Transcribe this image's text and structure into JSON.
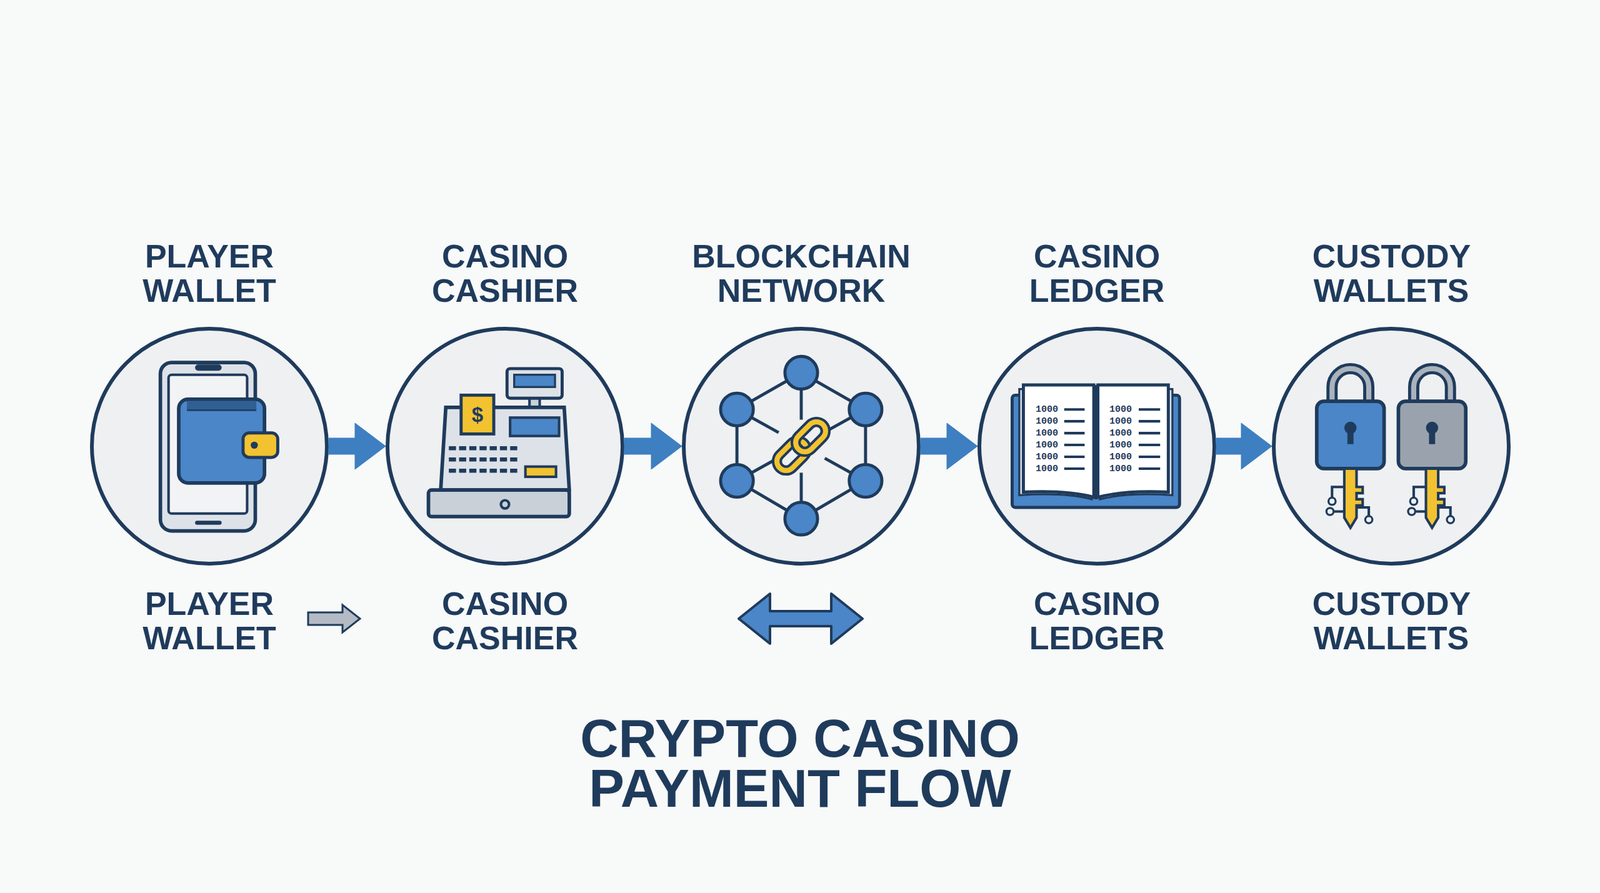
{
  "diagram": {
    "title": "CRYPTO CASINO PAYMENT FLOW",
    "nodes": [
      {
        "text": [
          "PLAYER WALLET"
        ]
      },
      {
        "text": [
          "CASINO CASHIER"
        ]
      },
      {
        "text": [
          "BLOCKCHAIN NETWORK"
        ]
      },
      {
        "text": [
          "CASINO LEDGER"
        ]
      },
      {
        "text": [
          "CUSTODY WALLETS"
        ]
      }
    ],
    "edges": [
      {
        "from": 0,
        "to": 1,
        "arrow": "to"
      },
      {
        "from": 1,
        "to": 2,
        "arrow": "to"
      },
      {
        "from": 2,
        "to": 3,
        "arrow": "to"
      },
      {
        "from": 3,
        "to": 4,
        "arrow": "to"
      }
    ],
    "labels": [
      "$",
      "1000",
      "1000",
      "1000",
      "1000",
      "1000",
      "1000",
      "1000",
      "1000",
      "1000",
      "1000",
      "1000",
      "1000",
      "PLAYER WALLET",
      "CASINO CASHIER",
      "CASINO LEDGER",
      "CUSTODY WALLETS"
    ]
  }
}
